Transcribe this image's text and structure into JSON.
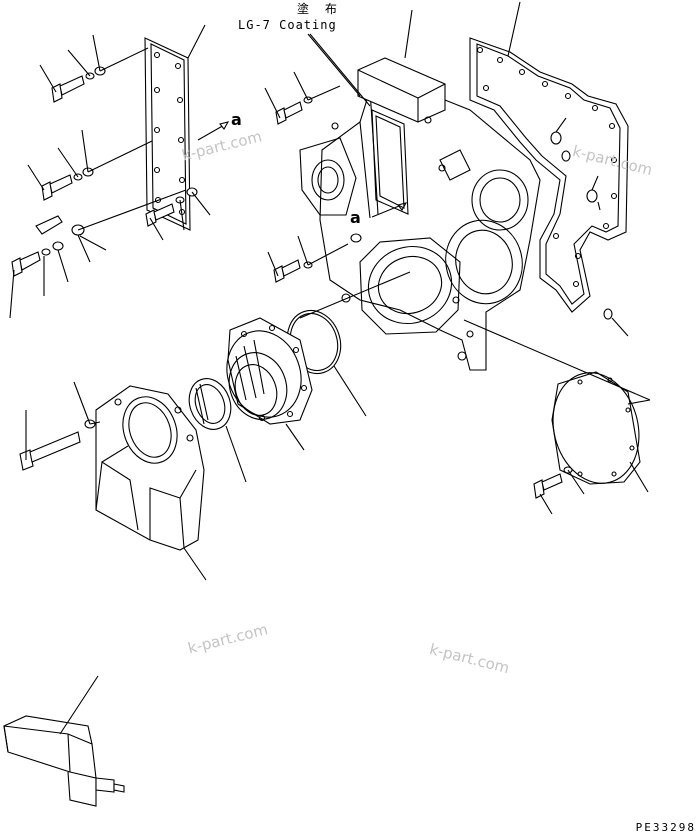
{
  "annotations": {
    "coating_jp": "塗 布",
    "coating_en": "LG-7 Coating",
    "reference_a_upper": "a",
    "reference_a_lower": "a",
    "drawing_code": "PE33298"
  },
  "watermarks": {
    "wm1": "k-part.com",
    "wm2": "k-part.com",
    "wm3": "k-part.com",
    "wm4": "k-part.com"
  },
  "colors": {
    "line": "#000000",
    "background": "#ffffff",
    "watermark": "#c4c4c4"
  }
}
